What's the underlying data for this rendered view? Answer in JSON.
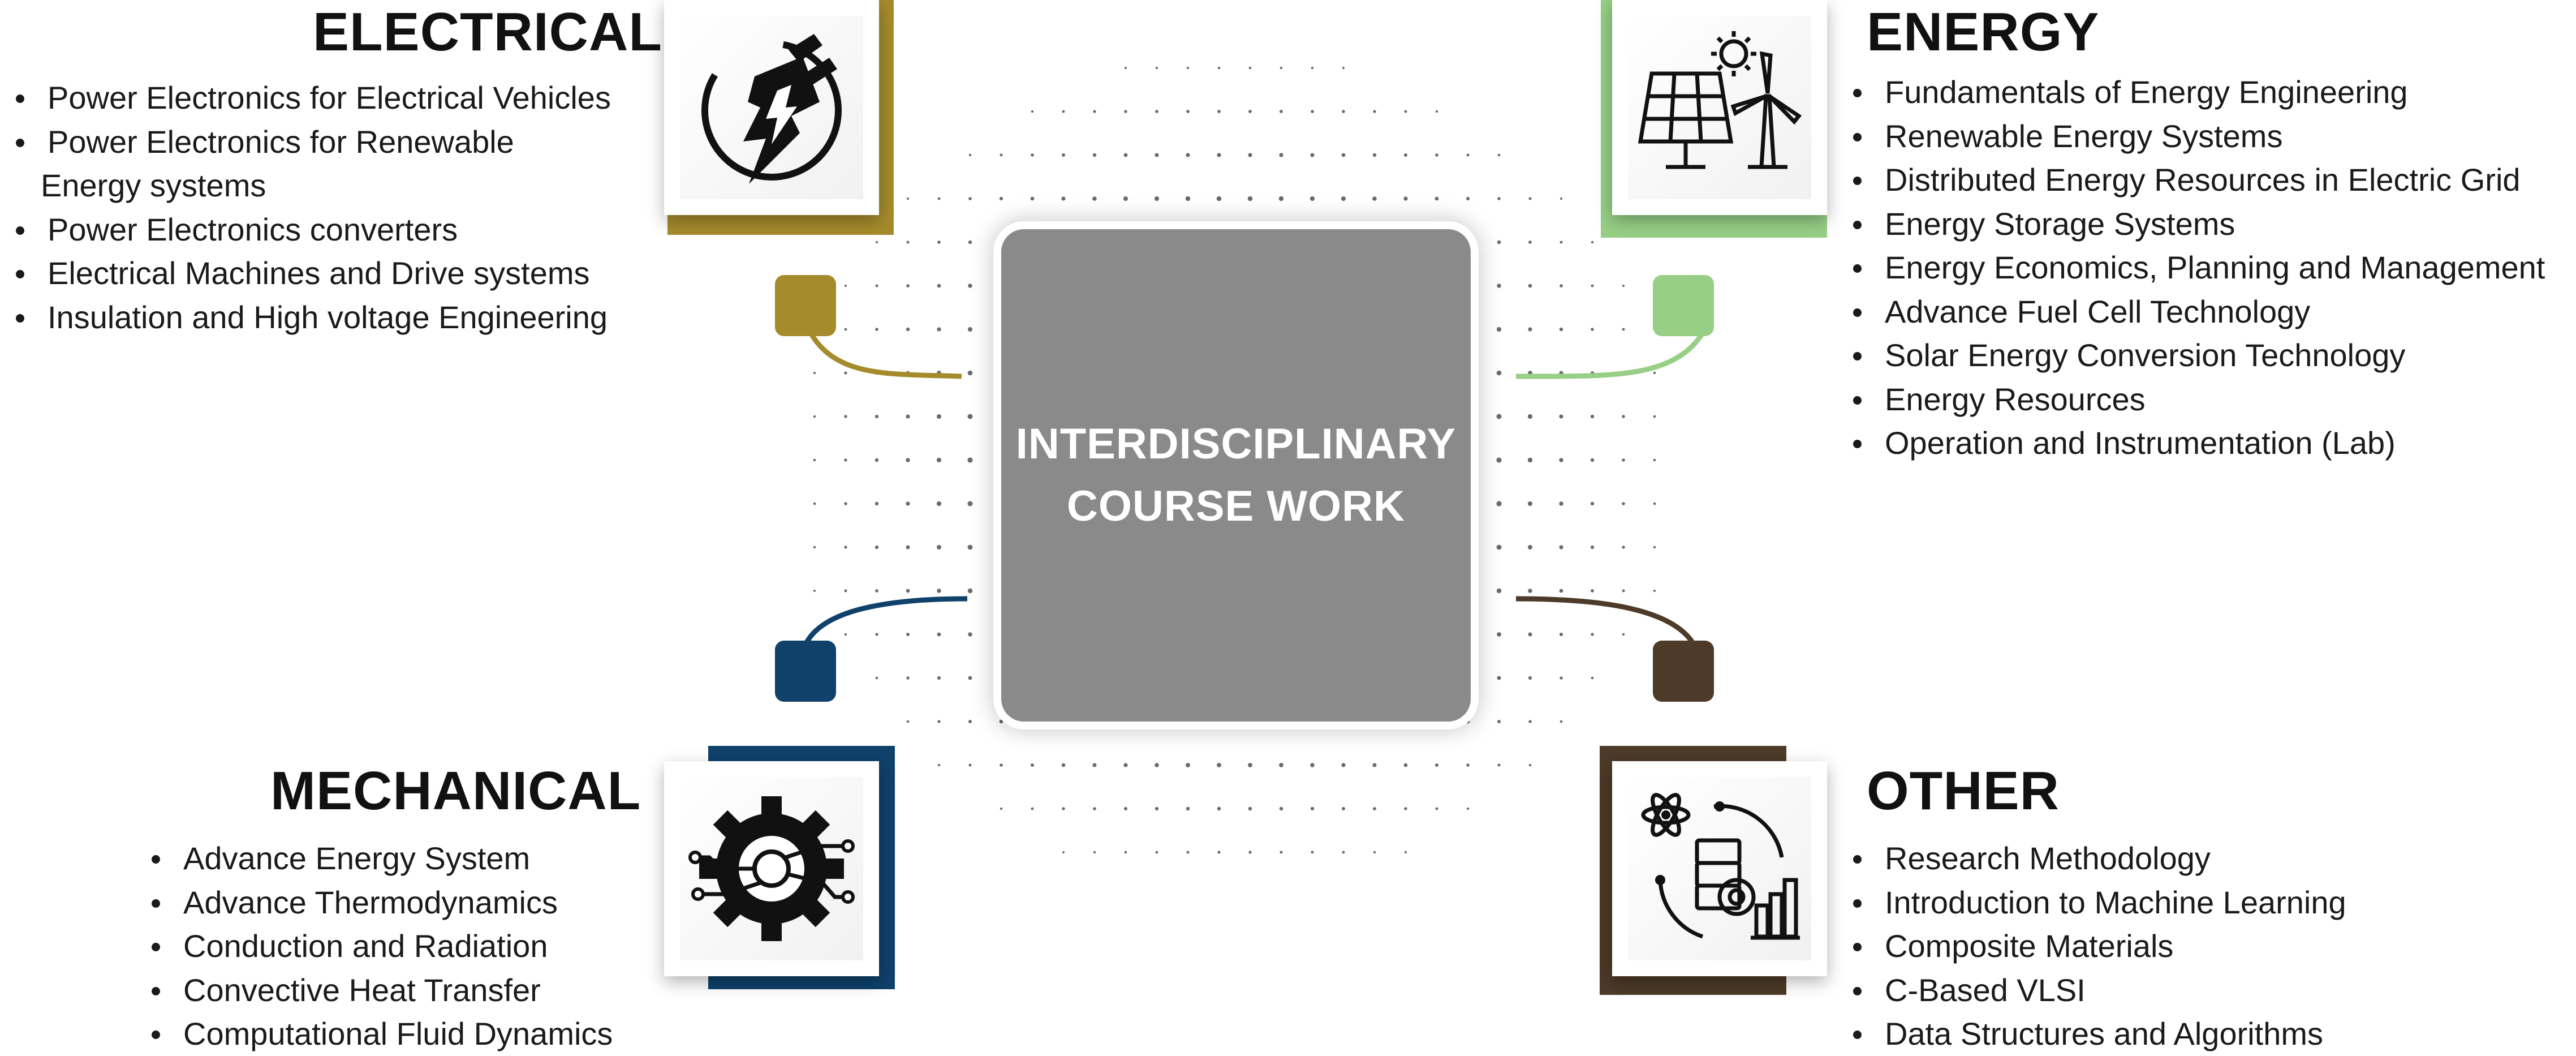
{
  "center": {
    "line1": "INTERDISCIPLINARY",
    "line2": "COURSE WORK"
  },
  "colors": {
    "electrical": "#a58b2c",
    "energy": "#97cf86",
    "mechanical": "#0f416b",
    "other": "#4d3a28",
    "center_box": "#8a8a8a"
  },
  "sections": {
    "electrical": {
      "title": "ELECTRICAL",
      "icon": "electric-plug-icon",
      "items": [
        "Power Electronics for Electrical Vehicles",
        "Power Electronics for Renewable",
        "Energy systems",
        "Power Electronics converters",
        "Electrical Machines and Drive systems",
        "Insulation and High voltage Engineering"
      ]
    },
    "energy": {
      "title": "ENERGY",
      "icon": "solar-panel-wind-turbine-icon",
      "items": [
        "Fundamentals of Energy Engineering",
        "Renewable Energy Systems",
        "Distributed Energy Resources in Electric Grid",
        "Energy Storage Systems",
        "Energy Economics, Planning and Management",
        "Advance Fuel Cell Technology",
        "Solar Energy Conversion Technology",
        "Energy Resources",
        "Operation and Instrumentation (Lab)"
      ]
    },
    "mechanical": {
      "title": "MECHANICAL",
      "icon": "gear-circuit-icon",
      "items": [
        "Advance Energy System",
        "Advance Thermodynamics",
        "Conduction and Radiation",
        "Convective Heat Transfer",
        "Computational Fluid Dynamics"
      ]
    },
    "other": {
      "title": "OTHER",
      "icon": "data-science-icon",
      "items": [
        "Research Methodology",
        "Introduction to Machine Learning",
        "Composite Materials",
        "C-Based VLSI",
        "Data Structures and Algorithms"
      ]
    }
  }
}
